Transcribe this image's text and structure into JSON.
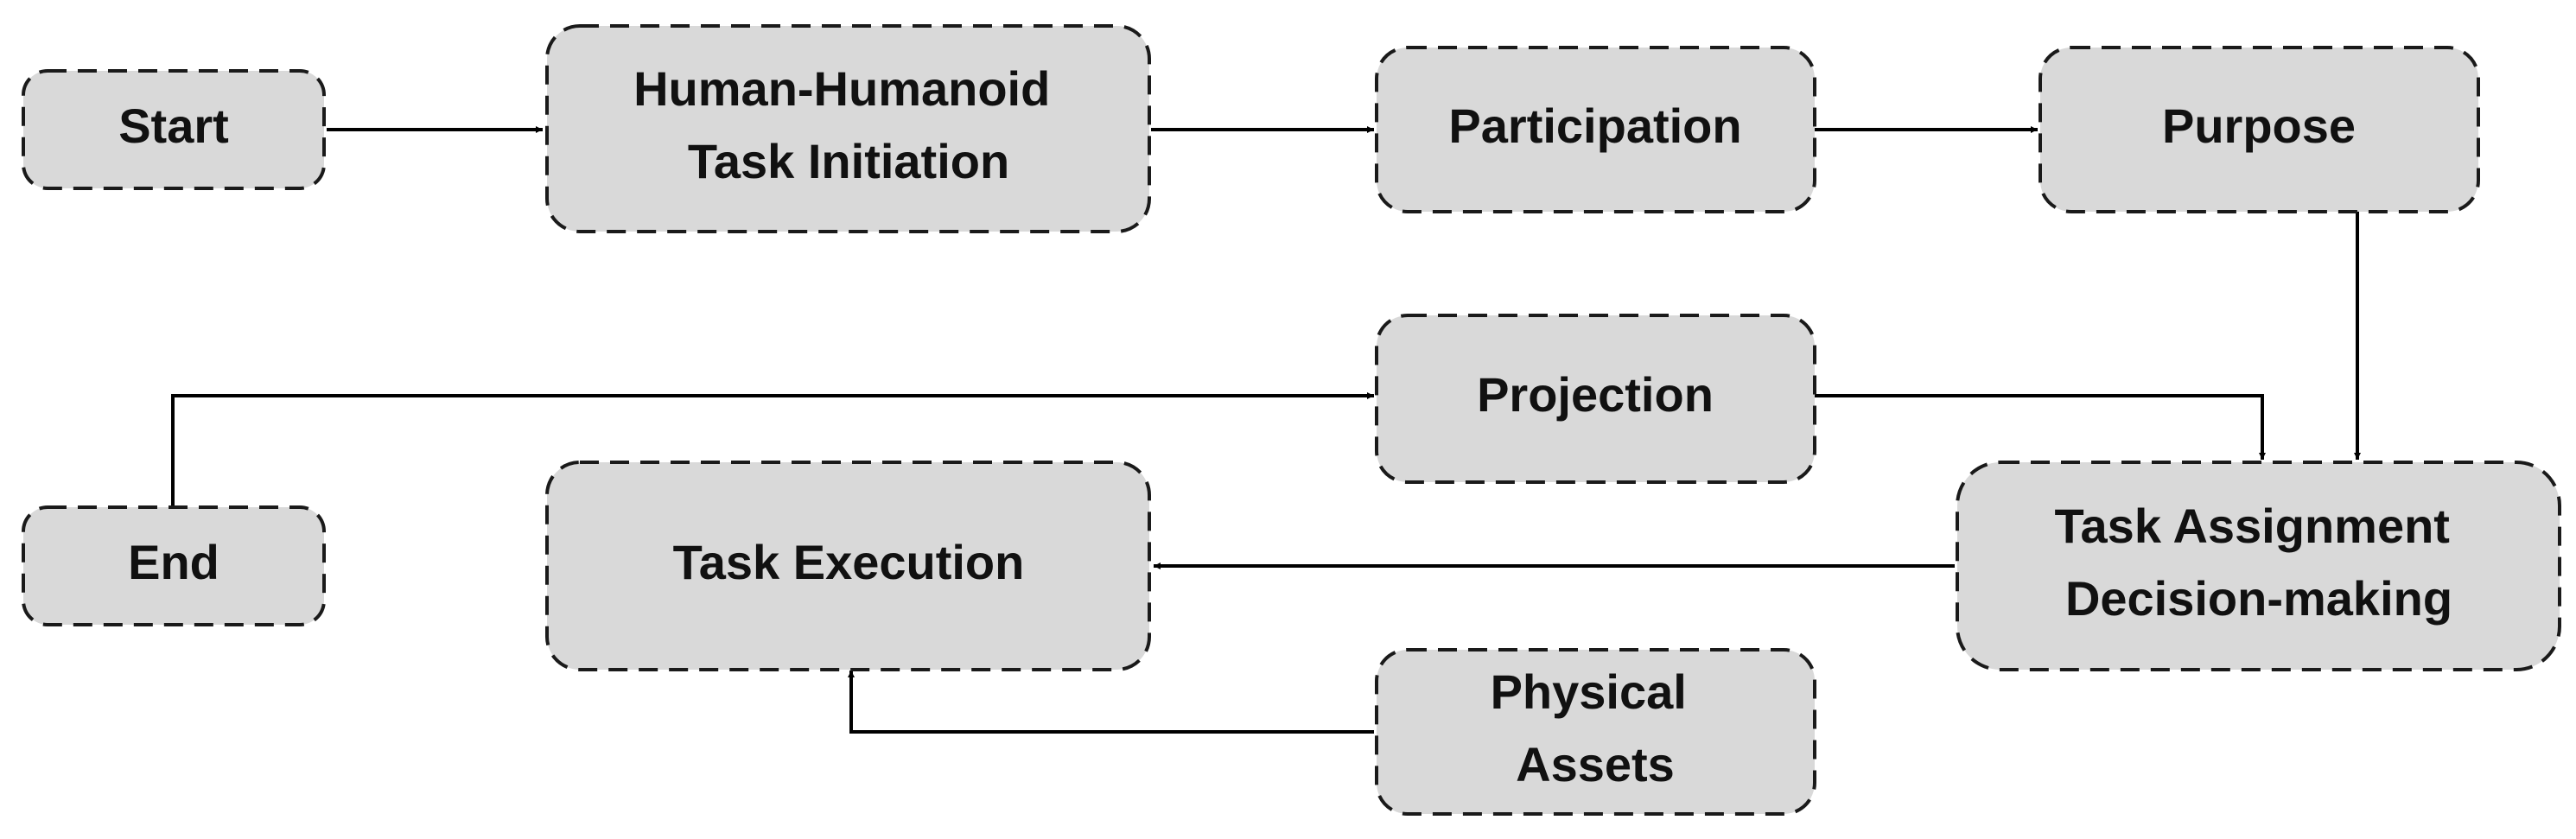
{
  "diagram": {
    "colors": {
      "node_fill": "#d9d9d9",
      "node_border": "#1a1a1a",
      "text": "#111111",
      "edge": "#000000"
    },
    "nodes": {
      "start": {
        "lines": [
          "Start"
        ]
      },
      "initiation": {
        "lines": [
          "Human-Humanoid",
          "Task Initiation"
        ]
      },
      "participation": {
        "lines": [
          "Participation"
        ]
      },
      "purpose": {
        "lines": [
          "Purpose"
        ]
      },
      "projection": {
        "lines": [
          "Projection"
        ]
      },
      "end": {
        "lines": [
          "End"
        ]
      },
      "execution": {
        "lines": [
          "Task Execution"
        ]
      },
      "assignment": {
        "lines": [
          "Task Assignment",
          "Decision-making"
        ]
      },
      "assets": {
        "lines": [
          "Physical",
          "Assets"
        ]
      }
    },
    "edges": [
      {
        "from": "start",
        "to": "initiation"
      },
      {
        "from": "initiation",
        "to": "participation"
      },
      {
        "from": "participation",
        "to": "purpose"
      },
      {
        "from": "purpose",
        "to": "assignment"
      },
      {
        "from": "projection",
        "to": "assignment"
      },
      {
        "from": "end",
        "to": "projection"
      },
      {
        "from": "assignment",
        "to": "execution"
      },
      {
        "from": "assets",
        "to": "execution"
      }
    ]
  }
}
